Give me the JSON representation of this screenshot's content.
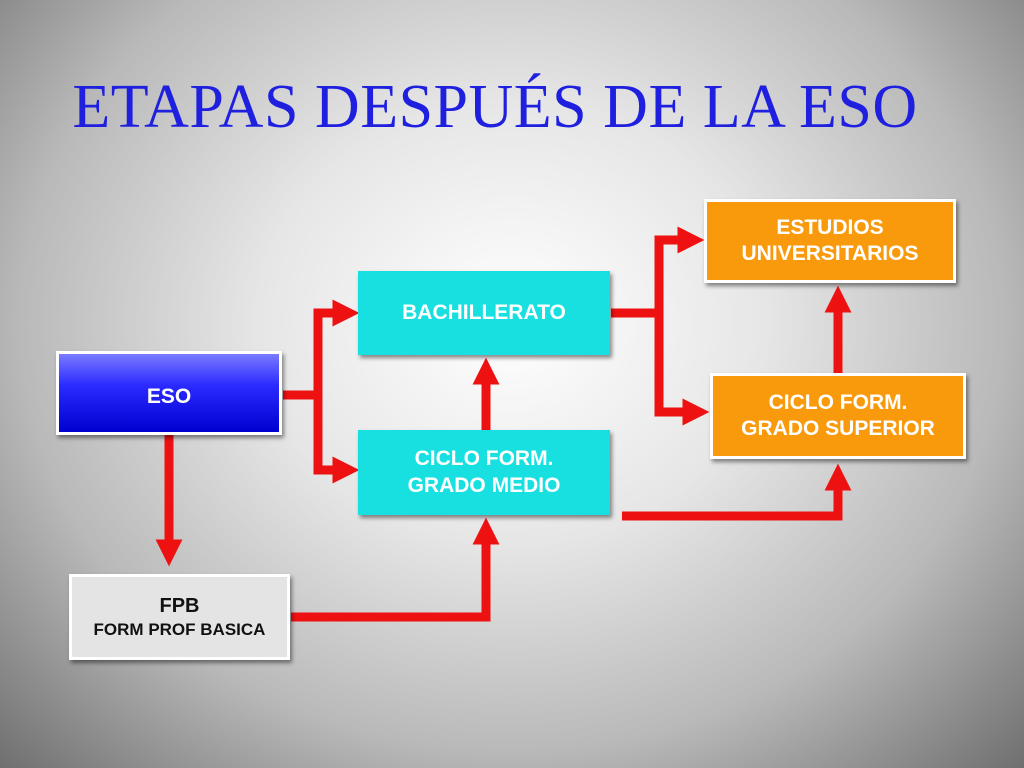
{
  "title": "ETAPAS DESPUÉS DE LA ESO",
  "colors": {
    "title": "#1f1fe0",
    "arrow": "#ee1111",
    "eso": "#1a1aff",
    "cyan_box": "#19e0e0",
    "orange_box": "#f99a0c",
    "fpb_box": "#e4e4e4"
  },
  "nodes": {
    "eso": {
      "label": "ESO"
    },
    "bachillerato": {
      "label": "BACHILLERATO"
    },
    "ciclo_medio": {
      "line1": "CICLO FORM.",
      "line2": "GRADO MEDIO"
    },
    "estudios_univ": {
      "line1": "ESTUDIOS",
      "line2": "UNIVERSITARIOS"
    },
    "ciclo_superior": {
      "line1": "CICLO FORM.",
      "line2": "GRADO SUPERIOR"
    },
    "fpb": {
      "line1": "FPB",
      "line2": "FORM PROF BASICA"
    }
  },
  "edges": [
    {
      "from": "eso",
      "to": "bachillerato"
    },
    {
      "from": "eso",
      "to": "ciclo_medio"
    },
    {
      "from": "eso",
      "to": "fpb"
    },
    {
      "from": "fpb",
      "to": "ciclo_medio"
    },
    {
      "from": "ciclo_medio",
      "to": "bachillerato"
    },
    {
      "from": "ciclo_medio",
      "to": "ciclo_superior"
    },
    {
      "from": "bachillerato",
      "to": "estudios_univ"
    },
    {
      "from": "bachillerato",
      "to": "ciclo_superior"
    },
    {
      "from": "ciclo_superior",
      "to": "estudios_univ"
    }
  ]
}
